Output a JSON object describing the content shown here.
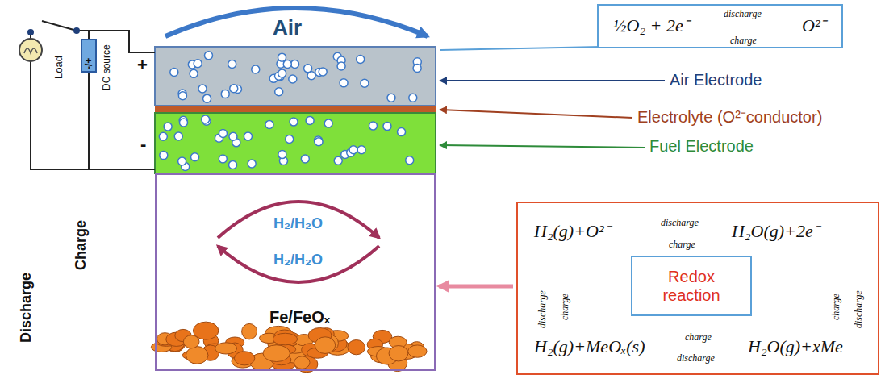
{
  "diagram": {
    "nodes": [
      {
        "text": [
          "½O₂ + 2e⁻",
          "discharge",
          "charge",
          "O²⁻"
        ]
      },
      {
        "text": [
          "-/+",
          "DC source"
        ]
      },
      {
        "text": [
          "H₂/H₂O",
          "H₂/H₂O",
          "Fe/FeOₓ"
        ]
      },
      {
        "text": [
          "H₂(g)+O²⁻",
          "discharge",
          "charge",
          "H₂O(g)+2e⁻",
          "discharge",
          "charge",
          "charge",
          "discharge",
          "H₂(g)+MeOₓ(s)",
          "charge",
          "discharge",
          "H₂O(g)+xMe"
        ]
      },
      {
        "text": [
          "Redox reaction"
        ],
        "in": 3
      }
    ],
    "edges": [
      {
        "from": 3,
        "to": 2,
        "arrow": "to"
      }
    ],
    "labels": [
      "Air",
      "+",
      "-",
      "Load",
      "Discharge",
      "Charge",
      "Air Electrode",
      "Electrolyte (O²⁻conductor)",
      "Fuel Electrode"
    ]
  }
}
